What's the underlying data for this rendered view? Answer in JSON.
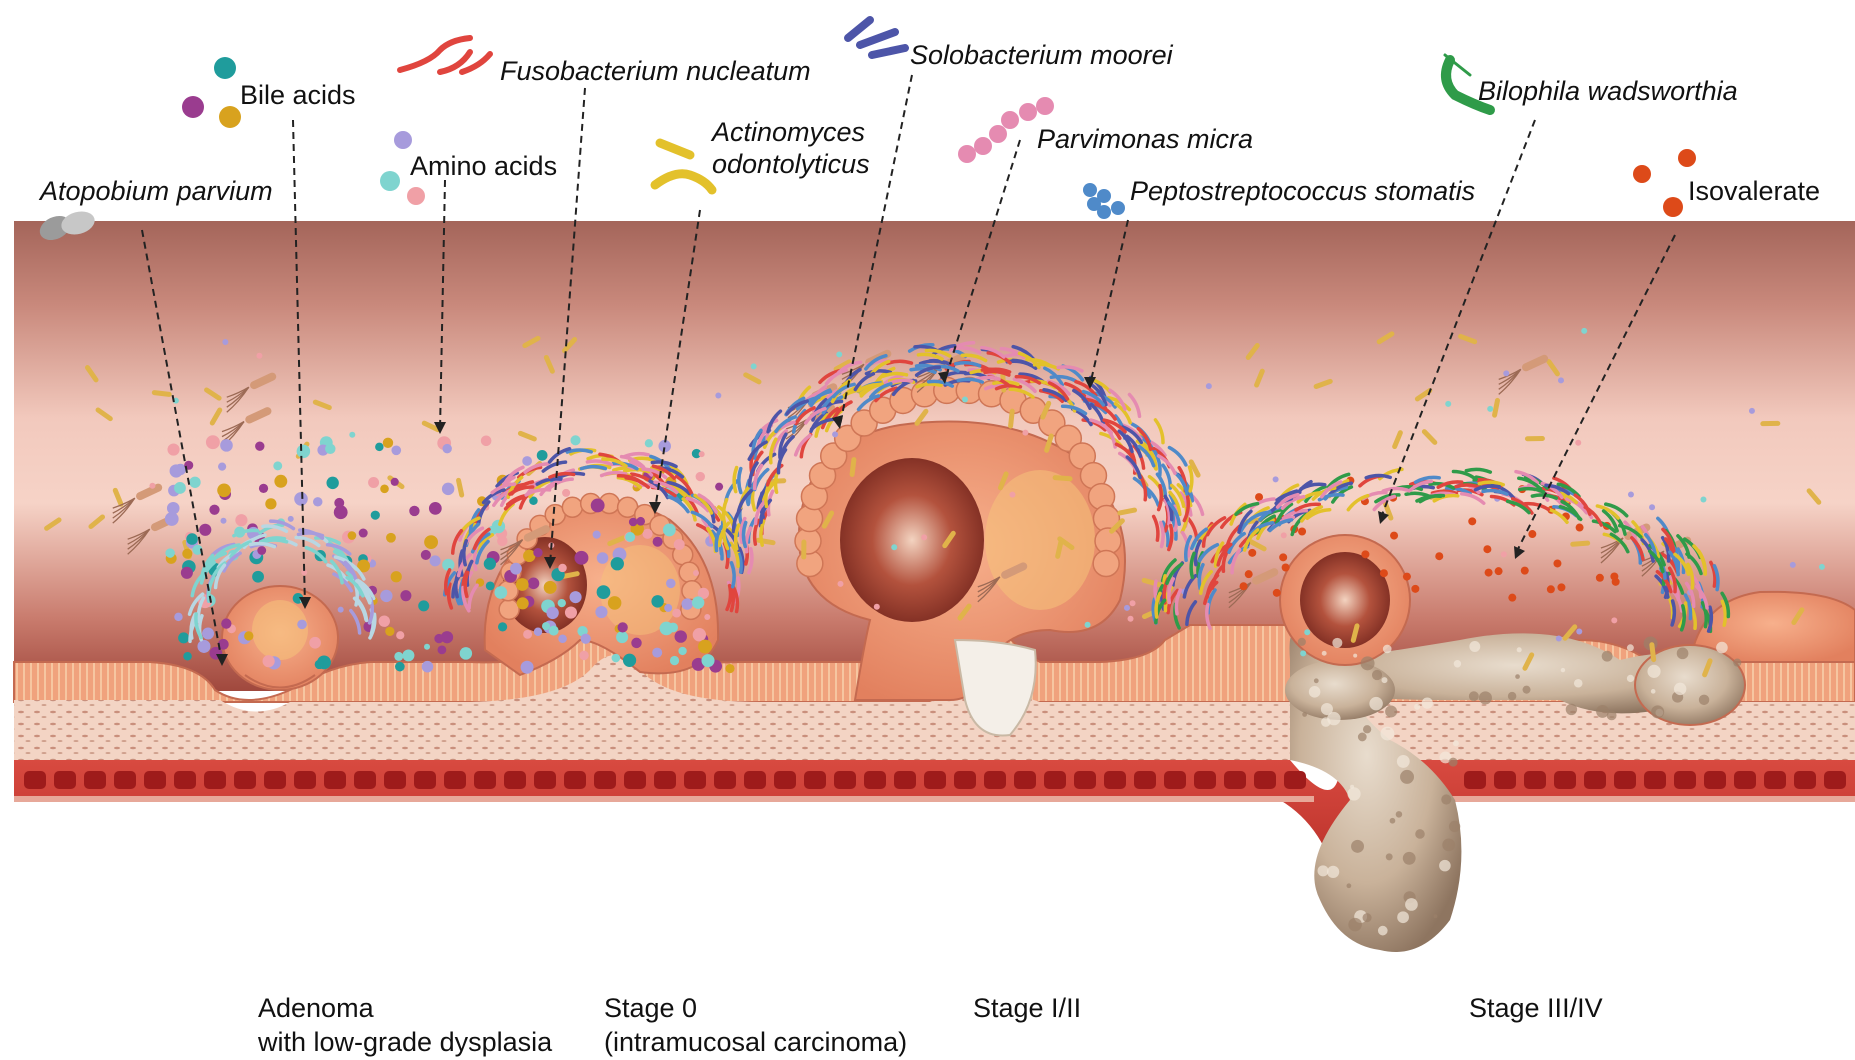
{
  "labels": {
    "atopobium": "Atopobium parvium",
    "bile_acids": "Bile acids",
    "amino_acids": "Amino acids",
    "fusobacterium": "Fusobacterium nucleatum",
    "actinomyces_line1": "Actinomyces",
    "actinomyces_line2": "odontolyticus",
    "solobacterium": "Solobacterium moorei",
    "parvimonas": "Parvimonas micra",
    "peptostreptococcus": "Peptostreptococcus stomatis",
    "bilophila": "Bilophila wadsworthia",
    "isovalerate": "Isovalerate"
  },
  "stages": [
    {
      "line1": "Adenoma",
      "line2": "with low-grade dysplasia"
    },
    {
      "line1": "Stage 0",
      "line2": "(intramucosal carcinoma)"
    },
    {
      "line1": "Stage I/II",
      "line2": ""
    },
    {
      "line1": "Stage III/IV",
      "line2": ""
    }
  ],
  "icons": [
    "atopobium-bacteria-icon",
    "bile-acid-molecules-icon",
    "amino-acid-molecules-icon",
    "fusobacterium-icon",
    "actinomyces-icon",
    "solobacterium-icon",
    "parvimonas-icon",
    "peptostreptococcus-icon",
    "bilophila-icon",
    "isovalerate-molecules-icon"
  ],
  "colors": {
    "lumen": "#f2c9bd",
    "lumen_dark": "#a4655a",
    "mucosa": "#eea080",
    "submucosa": "#f4d6c7",
    "muscle": "#c9362f",
    "tumor": "#c9b29a",
    "fusobacterium": "#e0453e",
    "actinomyces": "#e3c12b",
    "solobacterium": "#4d55a8",
    "parvimonas": "#e58bb1",
    "peptostreptococcus": "#4f8ac9",
    "bilophila": "#2f9b49",
    "isovalerate": "#dd4a19",
    "bile_teal": "#1f9c9c",
    "bile_purple": "#9a3c8f",
    "bile_gold": "#d8a21e",
    "amino_lilac": "#a79bdc",
    "amino_aqua": "#7fd4cf",
    "amino_pink": "#f0a0a6"
  }
}
